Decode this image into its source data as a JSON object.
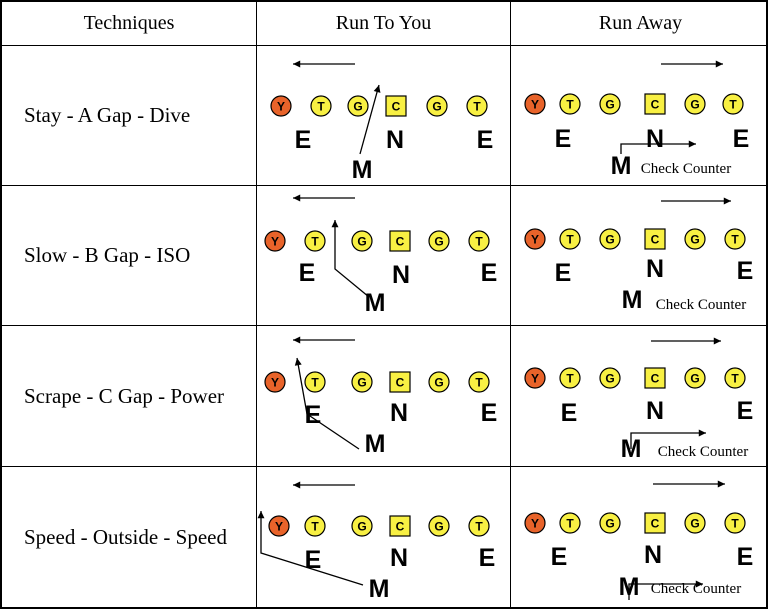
{
  "header": {
    "col1": "Techniques",
    "col2": "Run To You",
    "col3": "Run Away"
  },
  "colors": {
    "y_player": "#e8632a",
    "line_player": "#f8f043",
    "stroke": "#000000"
  },
  "rows": [
    {
      "technique": "Stay - A Gap - Dive",
      "run_to_you": {
        "line": [
          "Y",
          "T",
          "G",
          "C",
          "G",
          "T"
        ],
        "defenders": [
          "E",
          "N",
          "E",
          "M"
        ]
      },
      "run_away": {
        "line": [
          "Y",
          "T",
          "G",
          "C",
          "G",
          "T"
        ],
        "defenders": [
          "E",
          "N",
          "E",
          "M"
        ],
        "note": "Check Counter"
      }
    },
    {
      "technique": "Slow - B Gap - ISO",
      "run_to_you": {
        "line": [
          "Y",
          "T",
          "G",
          "C",
          "G",
          "T"
        ],
        "defenders": [
          "E",
          "N",
          "E",
          "M"
        ]
      },
      "run_away": {
        "line": [
          "Y",
          "T",
          "G",
          "C",
          "G",
          "T"
        ],
        "defenders": [
          "E",
          "N",
          "E",
          "M"
        ],
        "note": "Check Counter"
      }
    },
    {
      "technique": "Scrape - C Gap - Power",
      "run_to_you": {
        "line": [
          "Y",
          "T",
          "G",
          "C",
          "G",
          "T"
        ],
        "defenders": [
          "E",
          "N",
          "E",
          "M"
        ]
      },
      "run_away": {
        "line": [
          "Y",
          "T",
          "G",
          "C",
          "G",
          "T"
        ],
        "defenders": [
          "E",
          "N",
          "E",
          "M"
        ],
        "note": "Check Counter"
      }
    },
    {
      "technique": "Speed - Outside - Speed",
      "run_to_you": {
        "line": [
          "Y",
          "T",
          "G",
          "C",
          "G",
          "T"
        ],
        "defenders": [
          "E",
          "N",
          "E",
          "M"
        ]
      },
      "run_away": {
        "line": [
          "Y",
          "T",
          "G",
          "C",
          "G",
          "T"
        ],
        "defenders": [
          "E",
          "N",
          "E",
          "M"
        ],
        "note": "Check Counter"
      }
    }
  ]
}
